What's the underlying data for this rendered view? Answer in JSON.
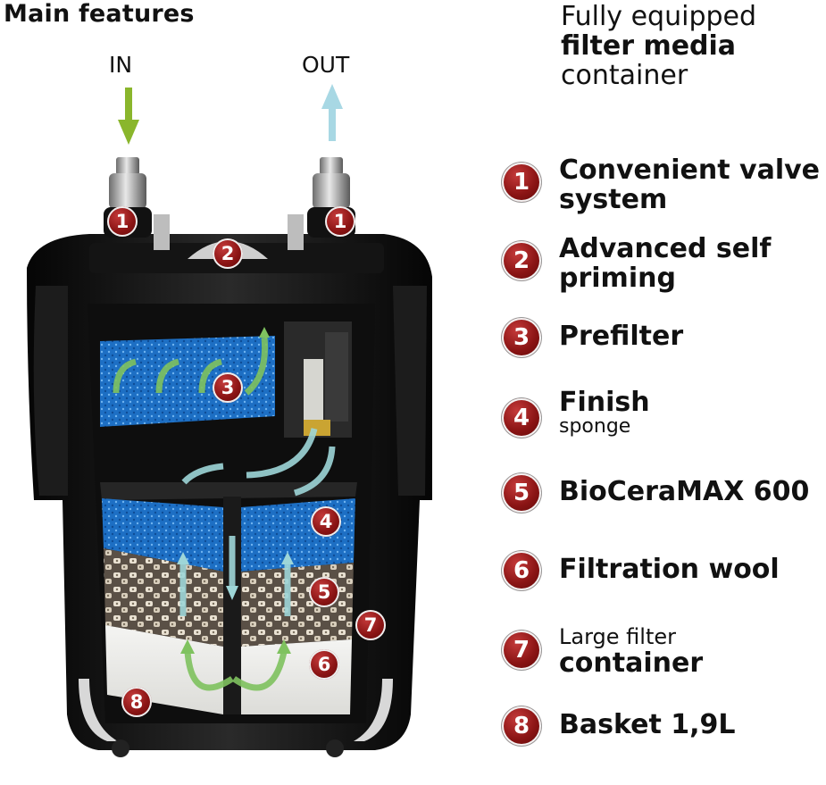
{
  "header": {
    "title": "Main features"
  },
  "flow": {
    "in_label": "IN",
    "out_label": "OUT"
  },
  "right_header": {
    "line1": "Fully equipped",
    "line2": "filter media",
    "line3": "container"
  },
  "features": [
    {
      "num": "1",
      "title": "Convenient valve",
      "title2": "system"
    },
    {
      "num": "2",
      "title": "Advanced self",
      "title2": "priming"
    },
    {
      "num": "3",
      "title": "Prefilter"
    },
    {
      "num": "4",
      "title": "Finish",
      "sub": "sponge"
    },
    {
      "num": "5",
      "title": "BioCeraMAX 600"
    },
    {
      "num": "6",
      "title": "Filtration wool"
    },
    {
      "num": "7",
      "sub": "Large filter",
      "title": "container"
    },
    {
      "num": "8",
      "title": "Basket 1,9L"
    }
  ],
  "diagram_badges": {
    "valve_left": "1",
    "valve_right": "1",
    "priming": "2",
    "prefilter": "3",
    "finish": "4",
    "bioceramax": "5",
    "wool": "6",
    "container": "7",
    "basket": "8"
  },
  "colors": {
    "badge": "#8a1414",
    "in_arrow": "#8ab62c",
    "out_arrow": "#a8d8e4",
    "sponge_blue": "#1e73c8",
    "body": "#111111"
  }
}
